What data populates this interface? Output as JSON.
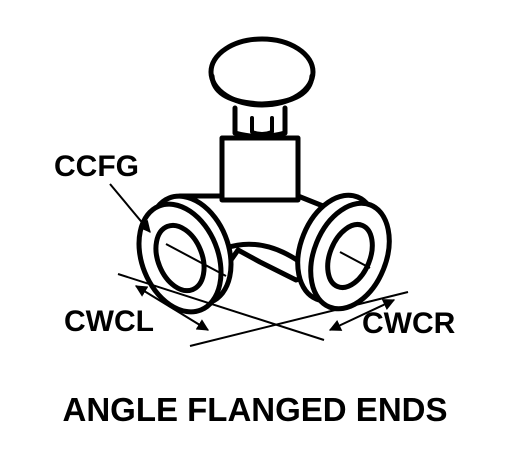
{
  "labels": {
    "ccfg": "CCFG",
    "cwcl": "CWCL",
    "cwcr": "CWCR"
  },
  "caption": "ANGLE FLANGED ENDS",
  "colors": {
    "ink": "#000000",
    "paper": "#ffffff"
  }
}
